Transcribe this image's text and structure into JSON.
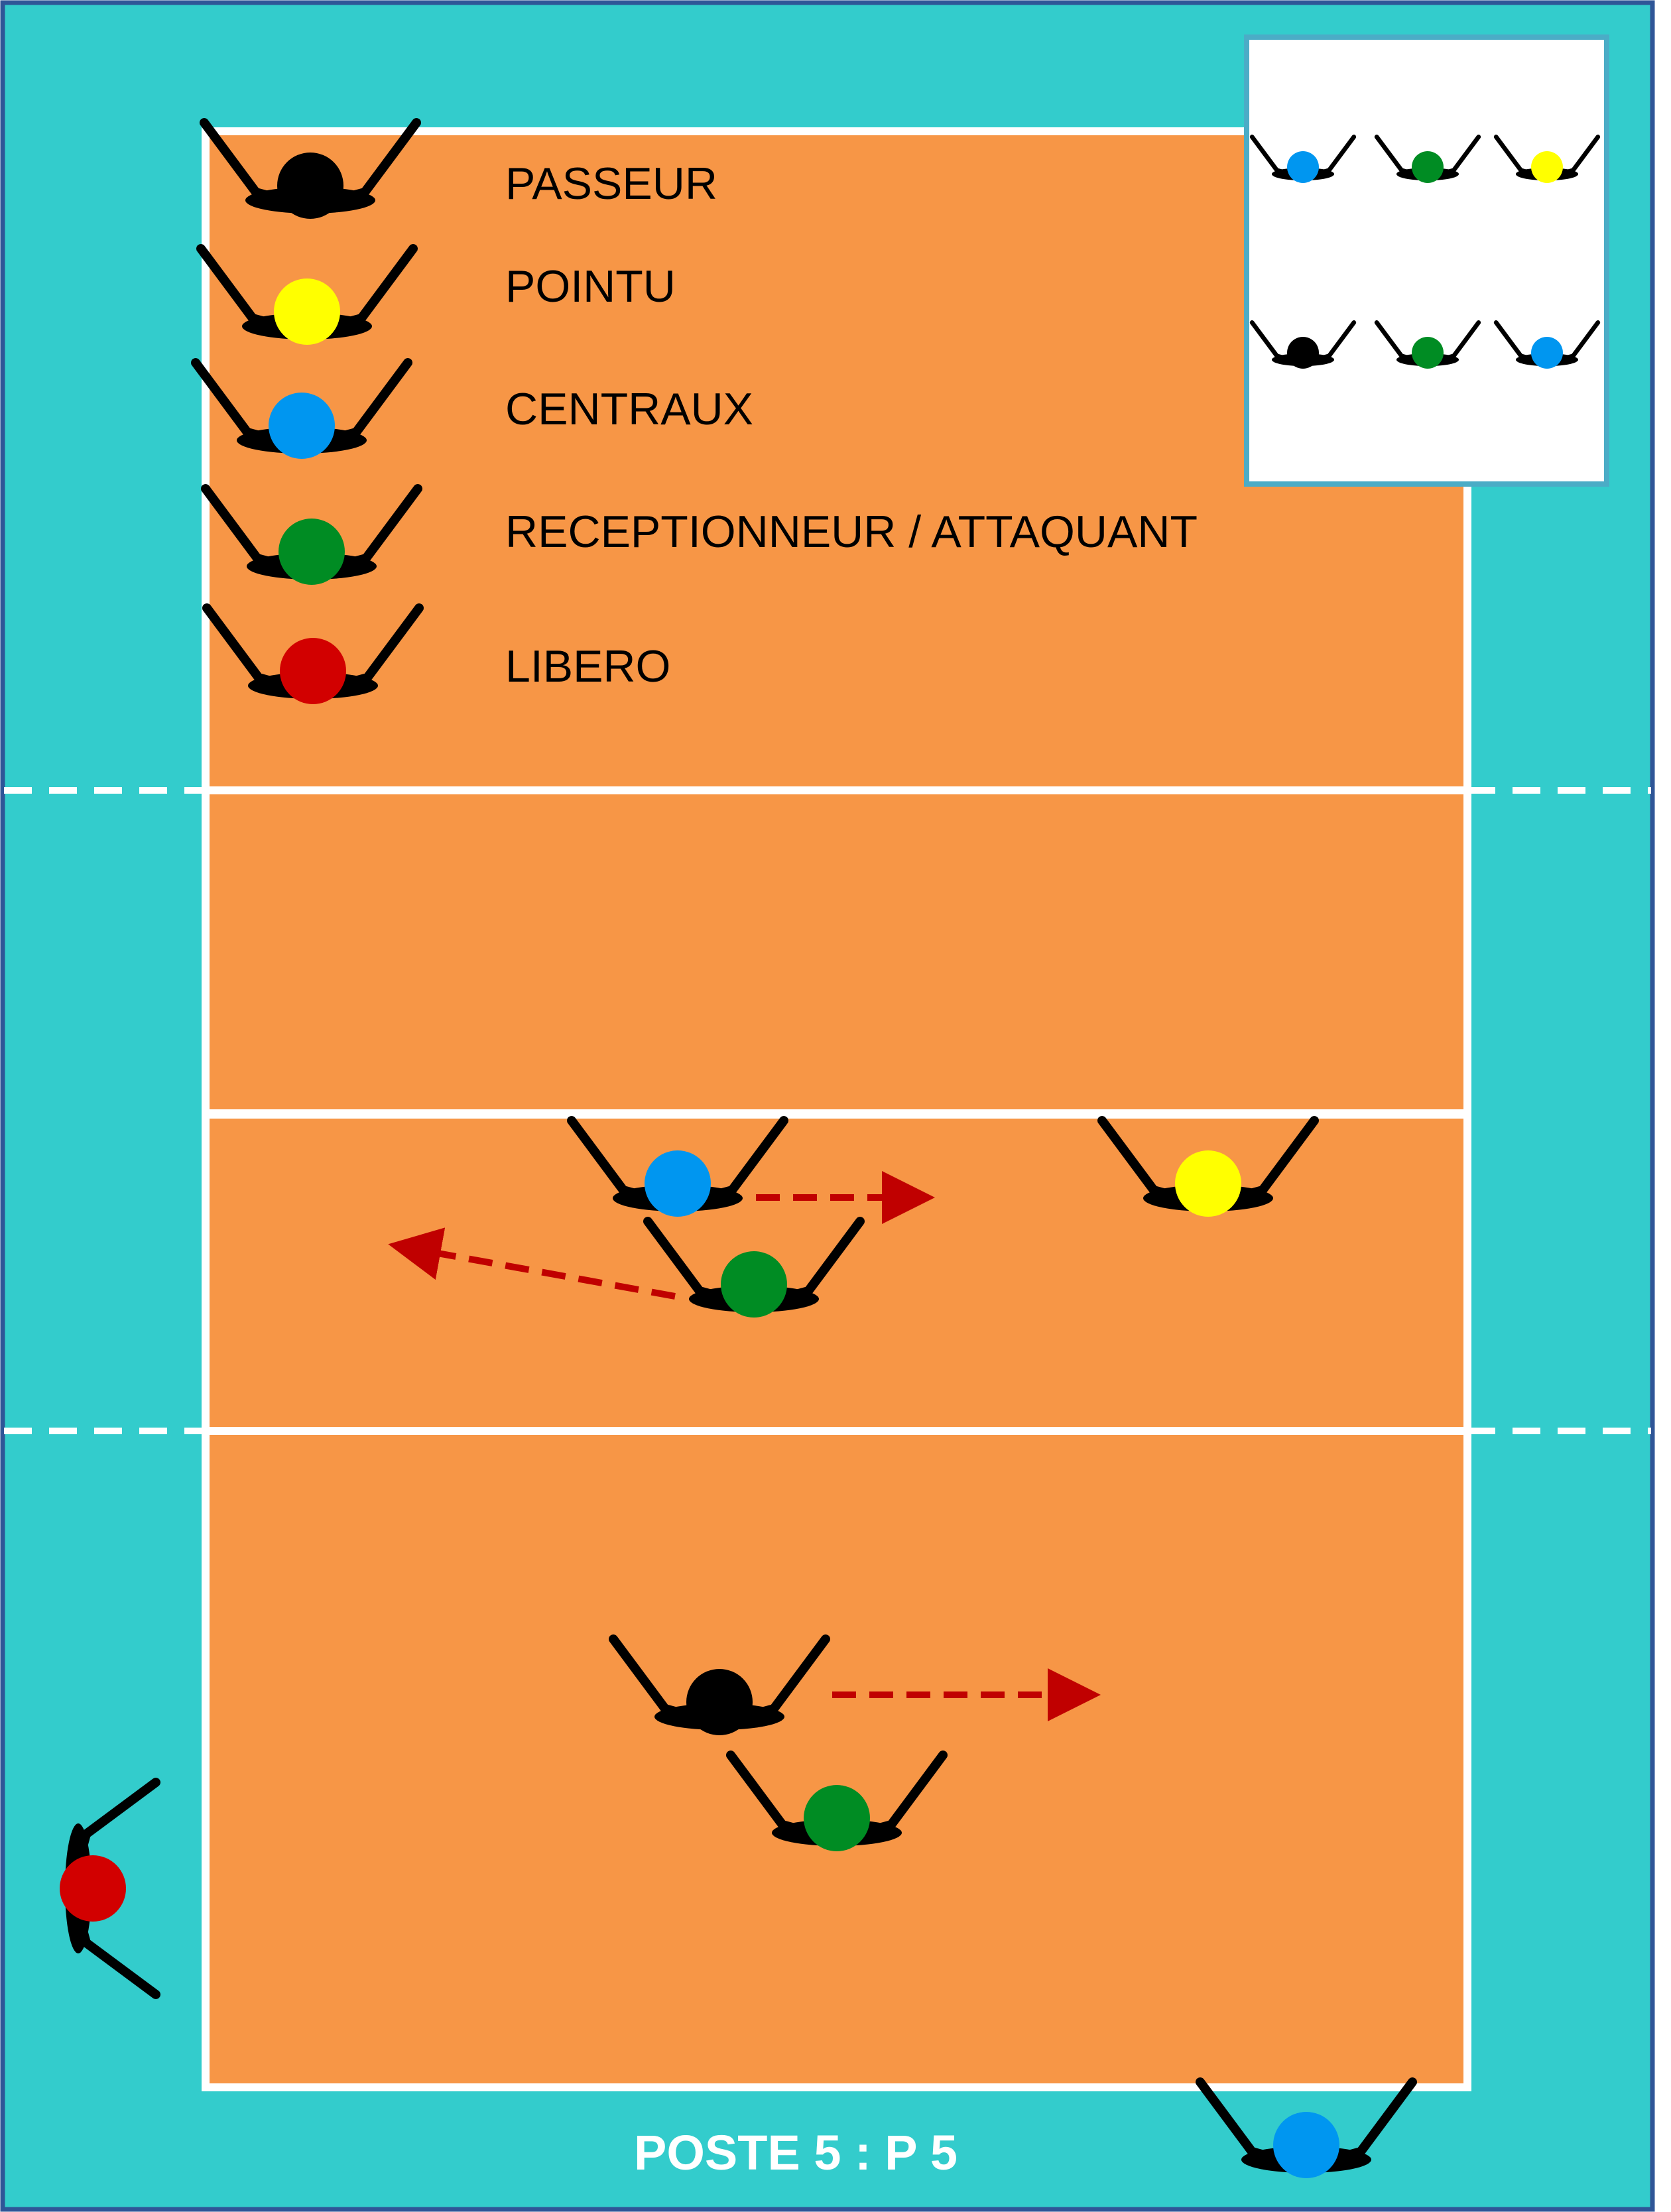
{
  "colors": {
    "surround": "#33CCCC",
    "court": "#F79646",
    "line": "#FFFFFF",
    "border": "#2F5597",
    "arrow": "#C00000",
    "silhouette": "#000000",
    "passeur": "#000000",
    "pointu": "#FFFF00",
    "centraux": "#0096F0",
    "receptionneur": "#008C23",
    "libero": "#D20000",
    "inset_bg": "#FFFFFF",
    "inset_border": "#4BACC6"
  },
  "legend": [
    {
      "role": "passeur",
      "label": "PASSEUR"
    },
    {
      "role": "pointu",
      "label": "POINTU"
    },
    {
      "role": "centraux",
      "label": "CENTRAUX"
    },
    {
      "role": "receptionneur",
      "label": "RECEPTIONNEUR / ATTAQUANT"
    },
    {
      "role": "libero",
      "label": "LIBERO"
    }
  ],
  "rotation_inset": {
    "front_row": [
      "centraux",
      "receptionneur",
      "pointu"
    ],
    "back_row": [
      "passeur",
      "receptionneur",
      "centraux"
    ]
  },
  "players": [
    {
      "id": "centraux-front",
      "role": "centraux"
    },
    {
      "id": "pointu-front",
      "role": "pointu"
    },
    {
      "id": "receptionneur-front",
      "role": "receptionneur"
    },
    {
      "id": "passeur-back",
      "role": "passeur"
    },
    {
      "id": "receptionneur-back",
      "role": "receptionneur"
    },
    {
      "id": "libero-sideline",
      "role": "libero"
    },
    {
      "id": "centraux-endline",
      "role": "centraux"
    }
  ],
  "arrows": [
    {
      "id": "arrow-centraux"
    },
    {
      "id": "arrow-receptionneur"
    },
    {
      "id": "arrow-passeur"
    }
  ],
  "caption": "POSTE 5 : P 5"
}
